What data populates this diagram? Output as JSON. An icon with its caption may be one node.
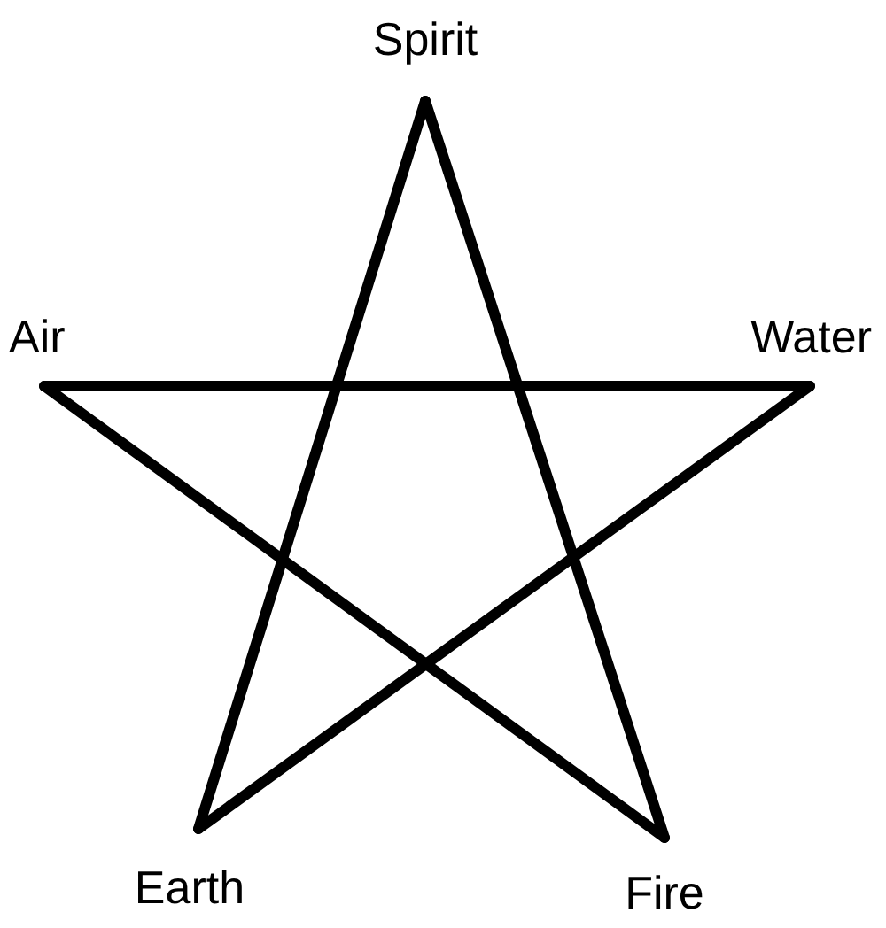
{
  "diagram": {
    "nodes": [
      {
        "text": [
          "Spirit"
        ]
      },
      {
        "text": [
          "Air"
        ]
      },
      {
        "text": [
          "Water"
        ]
      },
      {
        "text": [
          "Earth"
        ]
      },
      {
        "text": [
          "Fire"
        ]
      }
    ],
    "edges": [
      {
        "from": 0,
        "to": 3,
        "arrow": "none"
      },
      {
        "from": 3,
        "to": 2,
        "arrow": "none"
      },
      {
        "from": 2,
        "to": 1,
        "arrow": "none"
      },
      {
        "from": 1,
        "to": 4,
        "arrow": "none"
      },
      {
        "from": 4,
        "to": 0,
        "arrow": "none"
      }
    ]
  }
}
